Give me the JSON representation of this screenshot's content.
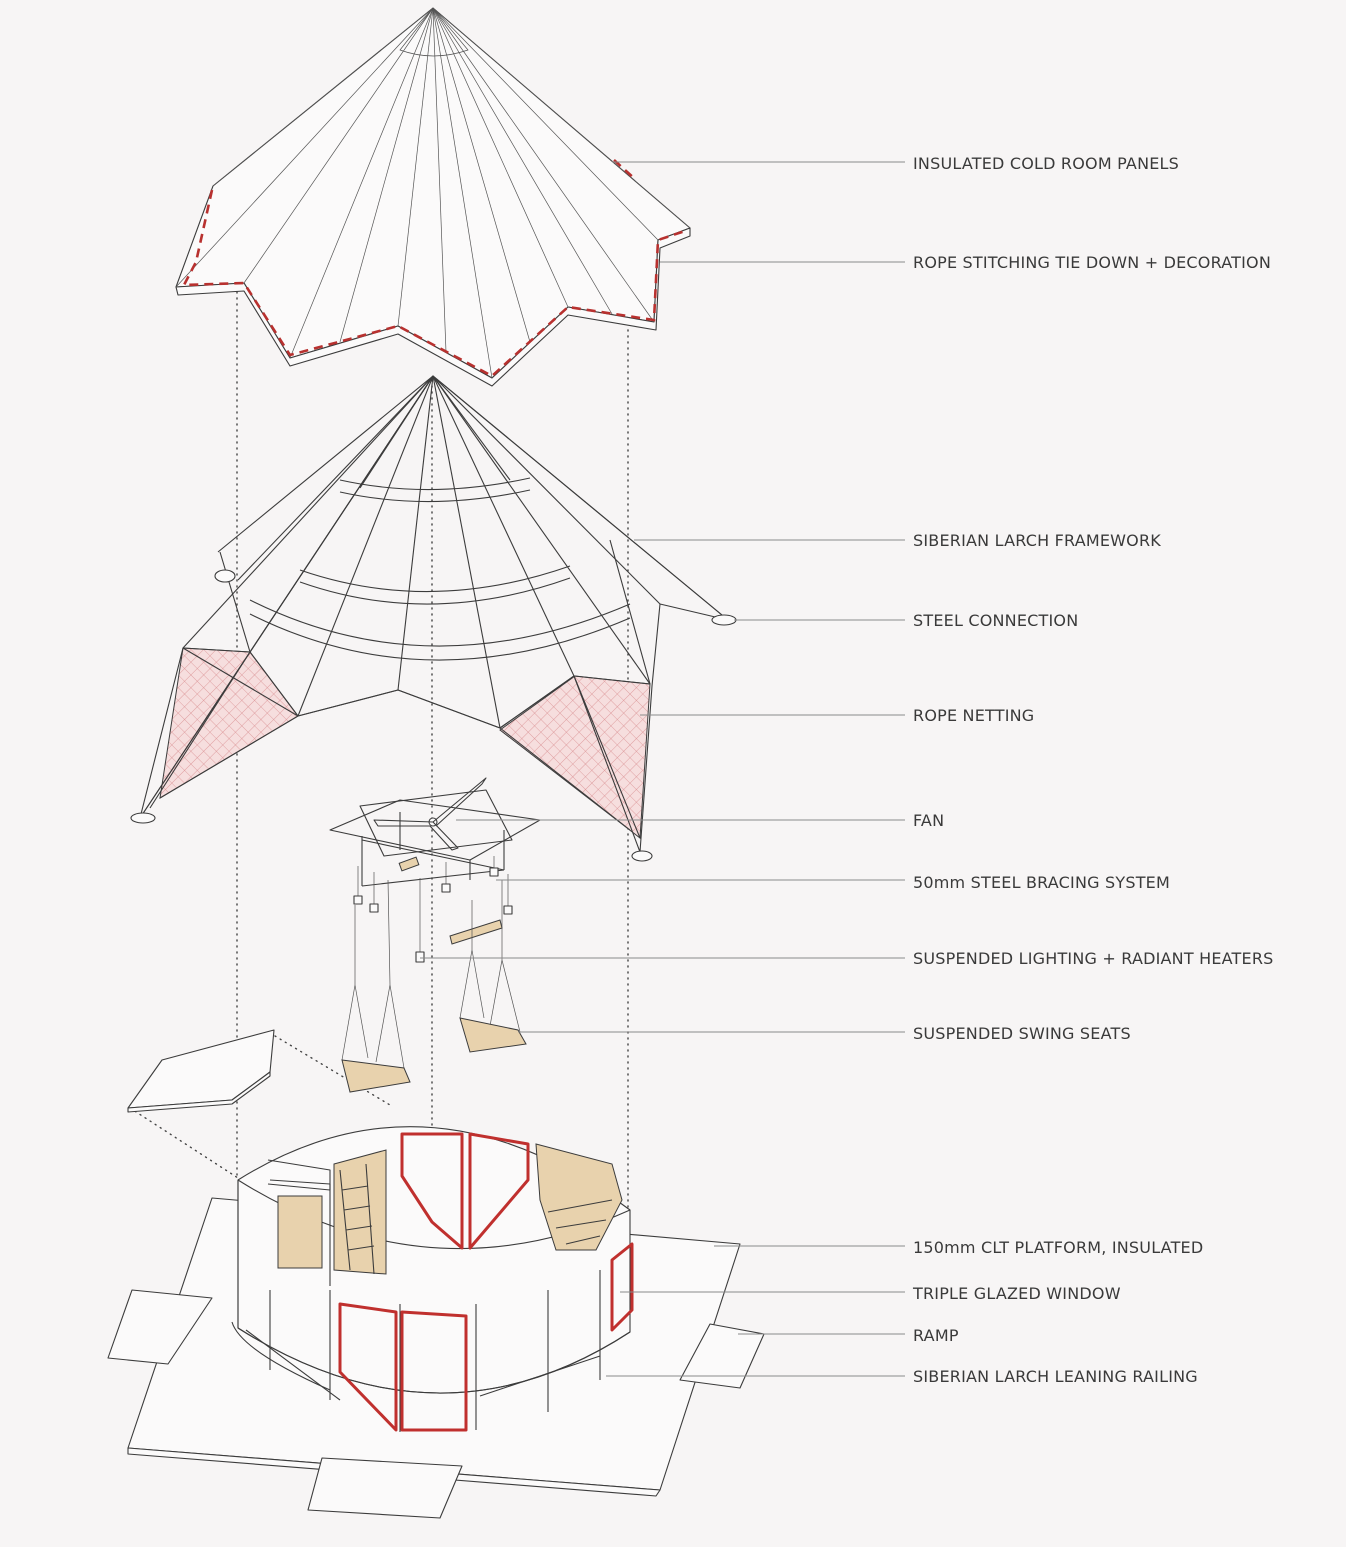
{
  "labels": [
    {
      "id": "cold-room-panels",
      "text": "INSULATED COLD ROOM PANELS"
    },
    {
      "id": "rope-stitching",
      "text": "ROPE STITCHING TIE DOWN + DECORATION"
    },
    {
      "id": "larch-framework",
      "text": "SIBERIAN LARCH FRAMEWORK"
    },
    {
      "id": "steel-connection",
      "text": "STEEL CONNECTION"
    },
    {
      "id": "rope-netting",
      "text": "ROPE NETTING"
    },
    {
      "id": "fan",
      "text": "FAN"
    },
    {
      "id": "steel-bracing",
      "text": "50mm STEEL BRACING SYSTEM"
    },
    {
      "id": "lighting-heaters",
      "text": "SUSPENDED LIGHTING + RADIANT HEATERS"
    },
    {
      "id": "swing-seats",
      "text": "SUSPENDED SWING SEATS"
    },
    {
      "id": "clt-platform",
      "text": "150mm CLT PLATFORM, INSULATED"
    },
    {
      "id": "glazed-window",
      "text": "TRIPLE GLAZED WINDOW"
    },
    {
      "id": "ramp",
      "text": "RAMP"
    },
    {
      "id": "leaning-railing",
      "text": "SIBERIAN LARCH LEANING RAILING"
    }
  ],
  "colors": {
    "background": "#f7f5f5",
    "line": "#3c3c3c",
    "accent_red": "#c0302e",
    "timber": "#e8d2ad",
    "netting": "#e9b6b8"
  }
}
